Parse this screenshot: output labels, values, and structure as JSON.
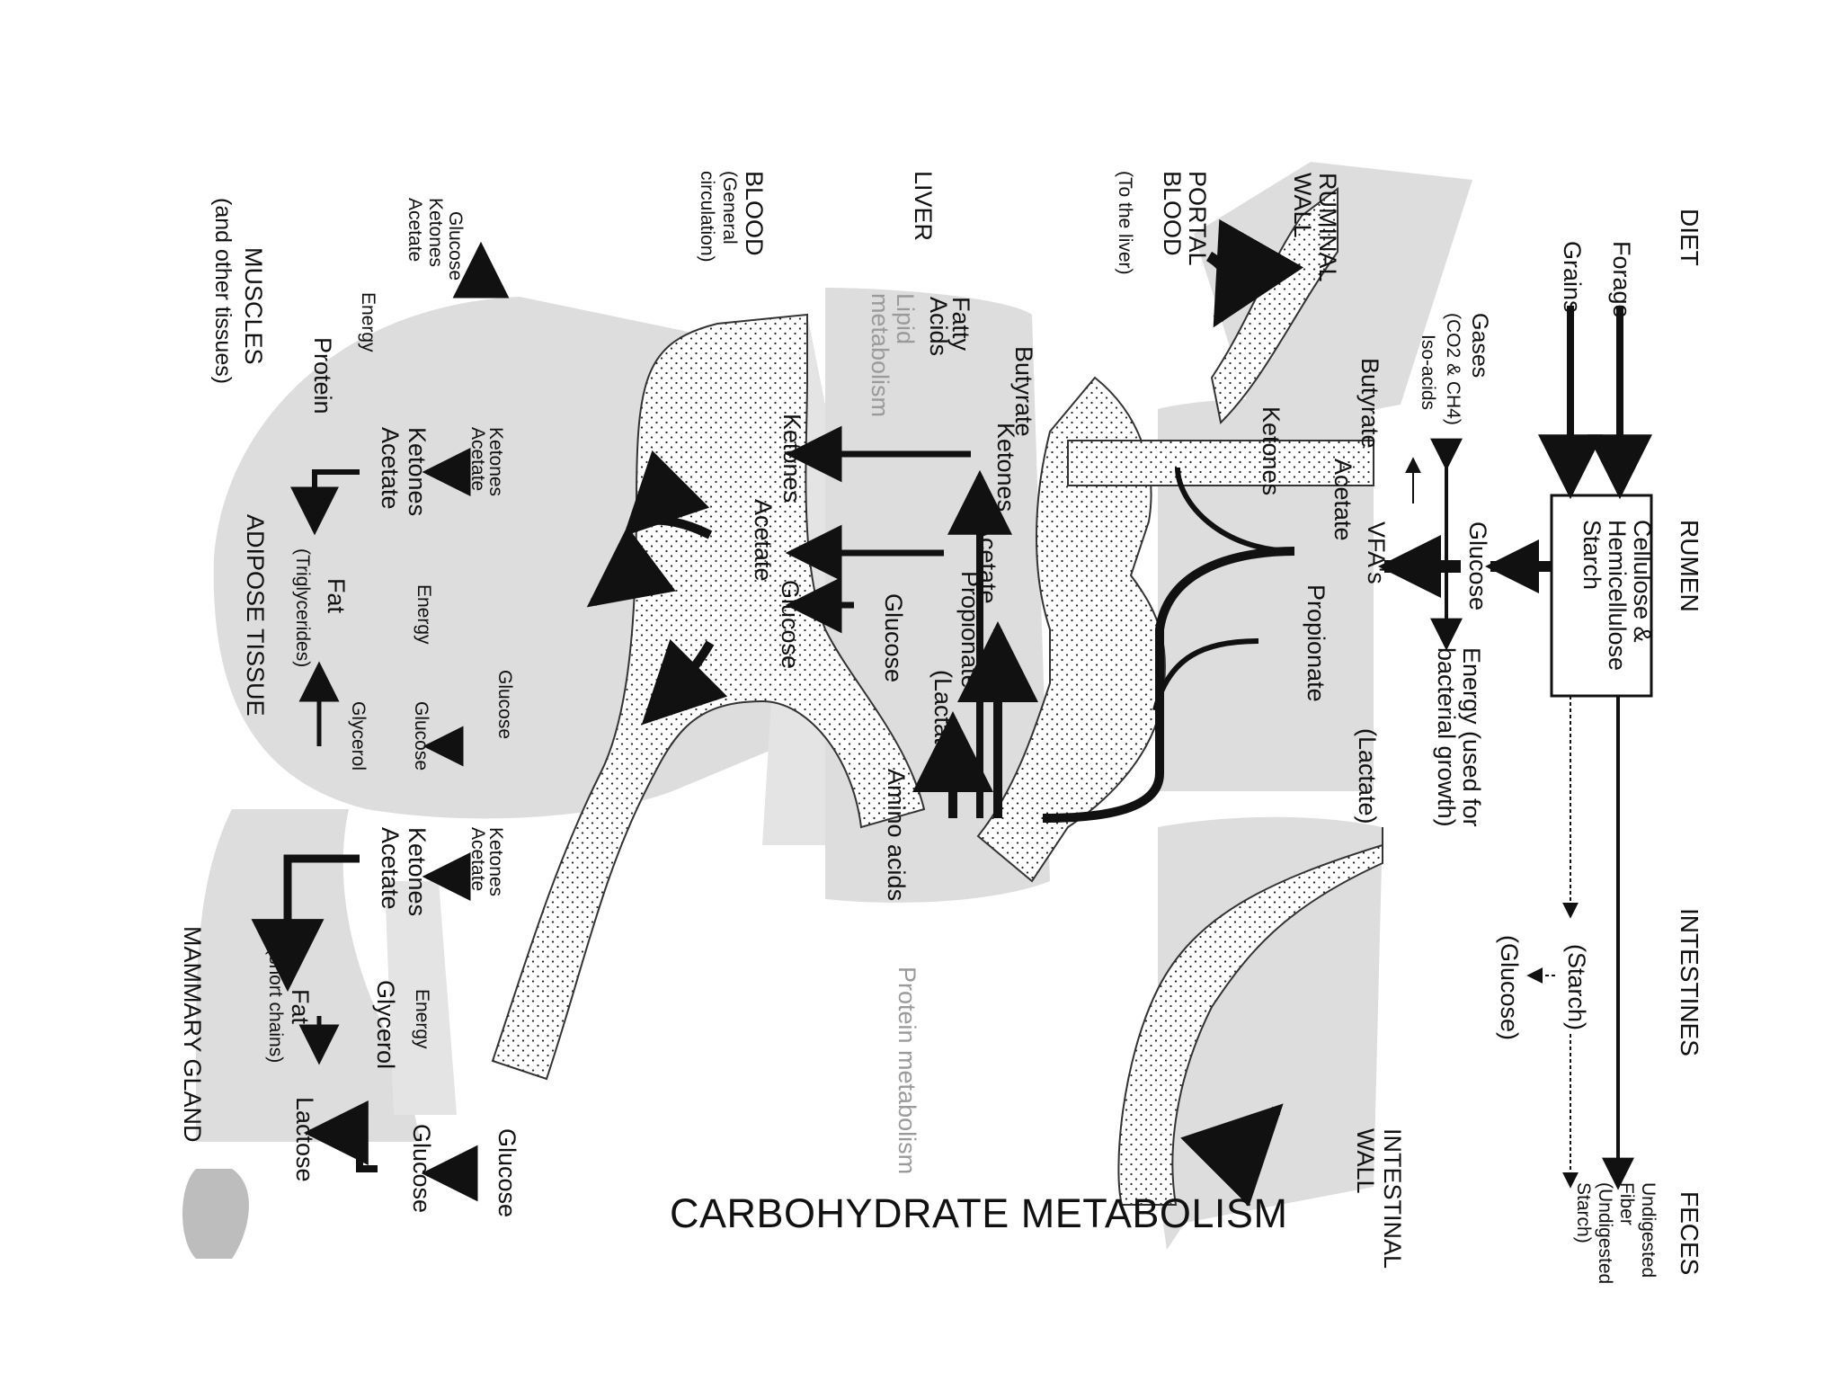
{
  "title": "CARBOHYDRATE METABOLISM",
  "headers": {
    "diet": "DIET",
    "rumen": "RUMEN",
    "intestines": "INTESTINES",
    "feces": "FECES",
    "ruminal_wall_1": "RUMINAL",
    "ruminal_wall_2": "WALL",
    "portal_1": "PORTAL",
    "portal_2": "BLOOD",
    "portal_3": "(To the liver)",
    "liver": "LIVER",
    "blood_1": "BLOOD",
    "blood_2": "(General",
    "blood_3": "circulation)",
    "muscles_1": "MUSCLES",
    "muscles_2": "(and other tissues)",
    "adipose": "ADIPOSE TISSUE",
    "mammary": "MAMMARY GLAND",
    "intestinal_wall_1": "INTESTINAL",
    "intestinal_wall_2": "WALL"
  },
  "diet": {
    "forage": "Forage",
    "grains": "Grains"
  },
  "rumen": {
    "box_1": "Cellulose &",
    "box_2": "Hemicellulose",
    "box_3": "Starch",
    "glucose": "Glucose",
    "vfas": "VFA's",
    "energy_1": "Energy (used for",
    "energy_2": "bacterial growth)",
    "gases_1": "Gases",
    "gases_2": "(CO2 & CH4)",
    "isoacids": "Iso-acids",
    "butyrate": "Butyrate",
    "acetate": "Acetate",
    "propionate": "Propionate",
    "lactate": "(Lactate)"
  },
  "intestines": {
    "starch": "(Starch)",
    "glucose": "(Glucose)"
  },
  "feces": {
    "line1": "Undigested",
    "line2": "Fiber",
    "line3": "(Undigested",
    "line4": "Starch)"
  },
  "ruminal_wall": {
    "ketones": "Ketones"
  },
  "liver": {
    "butyrate": "Butyrate",
    "ketones": "Ketones",
    "acetate": "Acetate",
    "propionate": "Propionate",
    "lactate": "(Lactate)",
    "glucose": "Glucose",
    "amino_acids": "Amino acids",
    "fatty_1": "Fatty",
    "fatty_2": "Acids",
    "lipid_1": "Lipid",
    "lipid_2": "metabolism",
    "protein_metabolism": "Protein metabolism"
  },
  "blood": {
    "ketones": "Ketones",
    "acetate": "Acetate",
    "glucose": "Glucose"
  },
  "muscles": {
    "glucose": "Glucose",
    "ketones": "Ketones",
    "acetate": "Acetate",
    "energy": "Energy",
    "protein": "Protein"
  },
  "adipose": {
    "vessel_ketones": "Ketones",
    "vessel_acetate": "Acetate",
    "vessel_glucose": "Glucose",
    "ketones": "Ketones",
    "acetate": "Acetate",
    "energy": "Energy",
    "fat": "Fat",
    "triglycerides": "(Triglycerides)",
    "glucose": "Glucose",
    "glycerol": "Glycerol"
  },
  "mammary": {
    "vessel_ketones": "Ketones",
    "vessel_acetate": "Acetate",
    "vessel_glucose": "Glucose",
    "ketones": "Ketones",
    "acetate": "Acetate",
    "energy": "Energy",
    "glycerol": "Glycerol",
    "fat": "Fat",
    "short_chains": "(short chains)",
    "glucose": "Glucose",
    "lactose": "Lactose"
  }
}
